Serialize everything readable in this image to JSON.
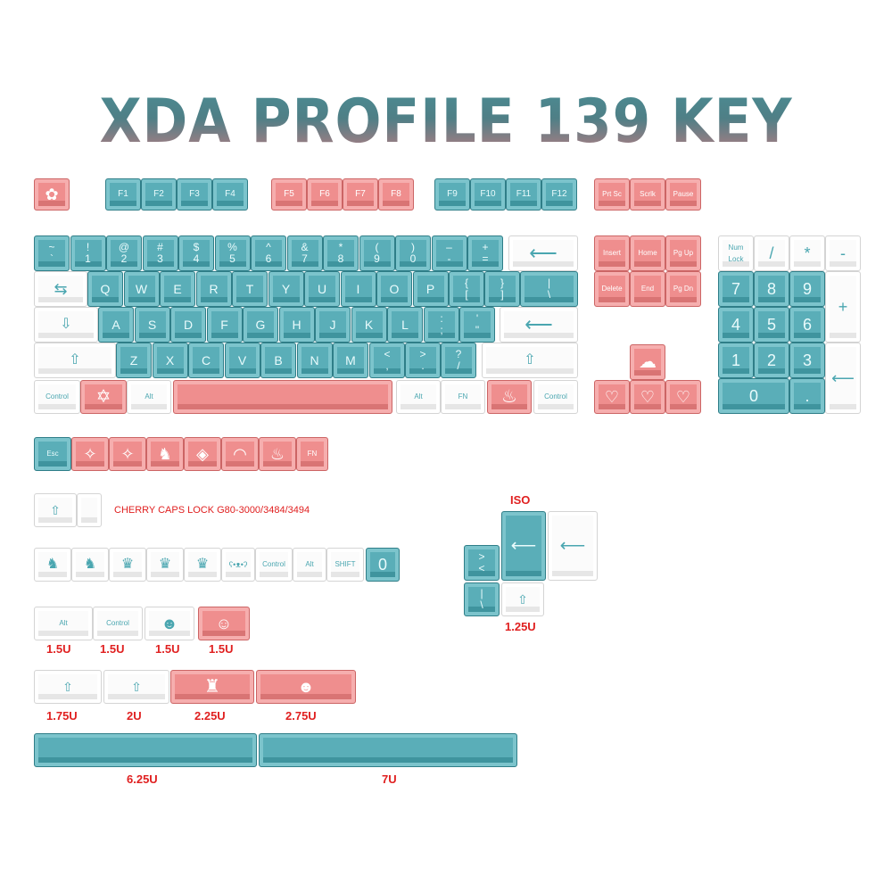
{
  "title": "XDA PROFILE 139 KEY",
  "fkeys": [
    "F1",
    "F2",
    "F3",
    "F4",
    "F5",
    "F6",
    "F7",
    "F8",
    "F9",
    "F10",
    "F11",
    "F12"
  ],
  "nav": {
    "prtsc": "Prt Sc",
    "scrlk": "Scrlk",
    "pause": "Pause",
    "insert": "Insert",
    "home": "Home",
    "pgup": "Pg Up",
    "delete": "Delete",
    "end": "End",
    "pgdn": "Pg Dn"
  },
  "numrow": [
    {
      "top": "~",
      "bot": "`"
    },
    {
      "top": "!",
      "bot": "1"
    },
    {
      "top": "@",
      "bot": "2"
    },
    {
      "top": "#",
      "bot": "3"
    },
    {
      "top": "$",
      "bot": "4"
    },
    {
      "top": "%",
      "bot": "5"
    },
    {
      "top": "^",
      "bot": "6"
    },
    {
      "top": "&",
      "bot": "7"
    },
    {
      "top": "*",
      "bot": "8"
    },
    {
      "top": "(",
      "bot": "9"
    },
    {
      "top": ")",
      "bot": "0"
    },
    {
      "top": "–",
      "bot": "-"
    },
    {
      "top": "+",
      "bot": "="
    }
  ],
  "qrow": [
    "Q",
    "W",
    "E",
    "R",
    "T",
    "Y",
    "U",
    "I",
    "O",
    "P"
  ],
  "qrow_sym": [
    {
      "top": "{",
      "bot": "["
    },
    {
      "top": "}",
      "bot": "]"
    },
    {
      "top": "|",
      "bot": "\\"
    }
  ],
  "arow": [
    "A",
    "S",
    "D",
    "F",
    "G",
    "H",
    "J",
    "K",
    "L"
  ],
  "arow_sym": [
    {
      "top": ":",
      "bot": ";"
    },
    {
      "top": "'",
      "bot": "\""
    }
  ],
  "zrow": [
    "Z",
    "X",
    "C",
    "V",
    "B",
    "N",
    "M"
  ],
  "zrow_sym": [
    {
      "top": "<",
      "bot": ","
    },
    {
      "top": ">",
      "bot": "."
    },
    {
      "top": "?",
      "bot": "/"
    }
  ],
  "mods": {
    "control": "Control",
    "alt": "Alt",
    "fn": "FN",
    "esc": "Esc",
    "shift": "SHIFT"
  },
  "numpad": {
    "numlock": "Num\nLock",
    "slash": "/",
    "star": "*",
    "minus": "-",
    "plus": "+",
    "n7": "7",
    "n8": "8",
    "n9": "9",
    "n4": "4",
    "n5": "5",
    "n6": "6",
    "n1": "1",
    "n2": "2",
    "n3": "3",
    "n0": "0",
    "dot": "."
  },
  "extra_zero": "0",
  "iso_sym": {
    "top": "|",
    "bot": "\\"
  },
  "iso_angle": {
    "top": ">",
    "bot": "<"
  },
  "cherry_note": "CHERRY CAPS LOCK G80-3000/3484/3494",
  "iso_label": "ISO",
  "sizes": {
    "u125": "1.25U",
    "u15": "1.5U",
    "u175": "1.75U",
    "u2": "2U",
    "u225": "2.25U",
    "u275": "2.75U",
    "u625": "6.25U",
    "u7": "7U"
  },
  "icons": {
    "enter": "enter-arrow-icon",
    "tab": "tab-arrows-icon",
    "caps": "down-arrow-icon",
    "shift": "shift-arrow-icon",
    "hexagram": "hexagram-icon",
    "cupcake": "cupcake-icon",
    "cloud": "cloud-icon",
    "heart": "heart-icon",
    "wand": "magic-wand-icon",
    "unicorn": "unicorn-icon",
    "gem": "gem-icon",
    "rainbow": "rainbow-icon",
    "crown": "crown-icon",
    "bear": "teddy-bear-icon",
    "devil": "devil-icon",
    "angel": "angel-icon",
    "castle": "castle-icon",
    "flower": "flower-icon"
  },
  "colors": {
    "teal": "#5aaeb8",
    "pink": "#ef8e8e",
    "white": "#fbfbfb",
    "label_red": "#e02020"
  }
}
